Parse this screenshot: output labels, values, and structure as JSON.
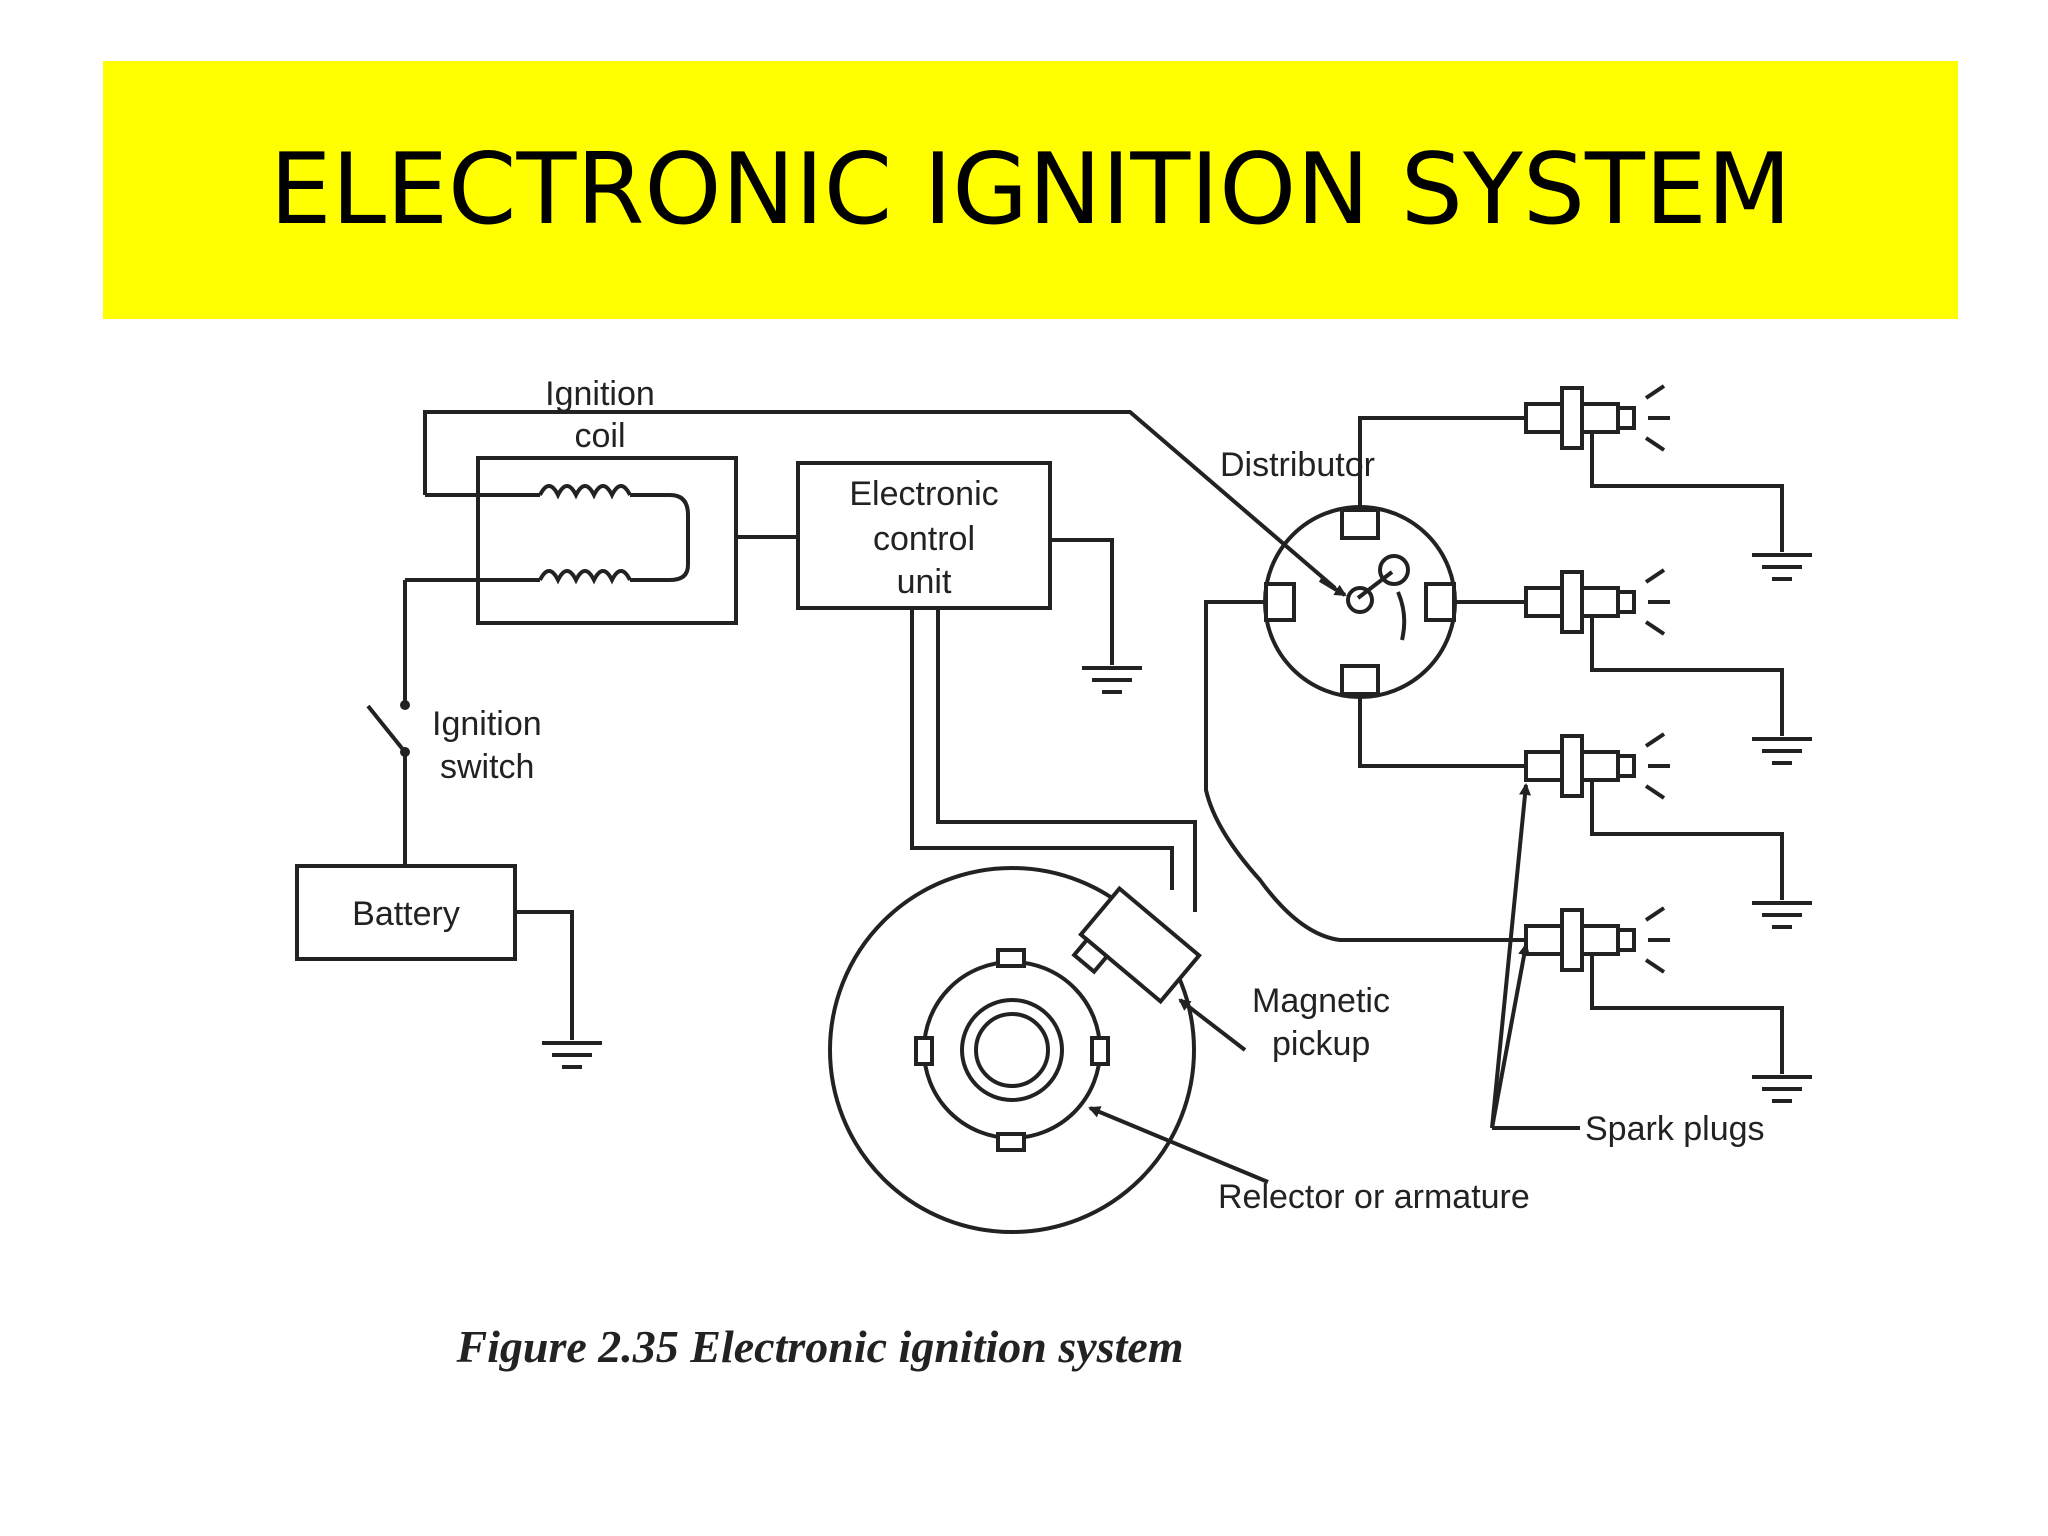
{
  "title": "ELECTRONIC IGNITION SYSTEM",
  "labels": {
    "ignition_coil_1": "Ignition",
    "ignition_coil_2": "coil",
    "distributor": "Distributor",
    "ecu_1": "Electronic",
    "ecu_2": "control",
    "ecu_3": "unit",
    "ignition_switch_1": "Ignition",
    "ignition_switch_2": "switch",
    "battery": "Battery",
    "magnetic_pickup_1": "Magnetic",
    "magnetic_pickup_2": "pickup",
    "spark_plugs": "Spark plugs",
    "relector": "Relector or armature"
  },
  "caption": "Figure 2.35 Electronic ignition system"
}
